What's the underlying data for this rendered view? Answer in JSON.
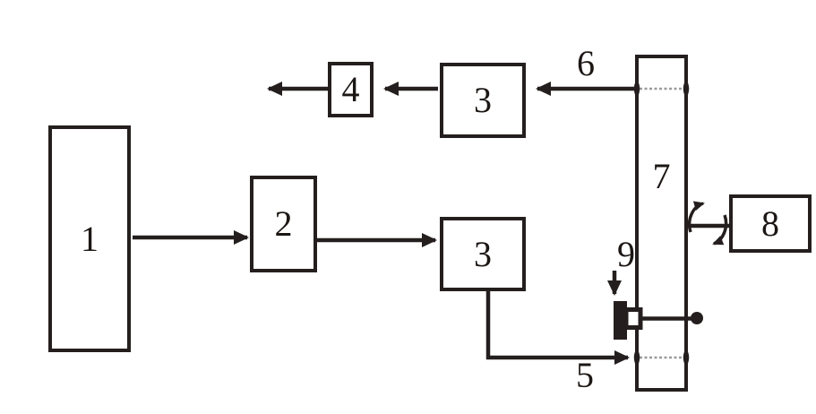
{
  "diagram": {
    "type": "block-diagram",
    "background_color": "#ffffff",
    "line_color": "#241f1e",
    "dotted_line_color": "#9b9b9b",
    "boxes": {
      "b1": {
        "label": "1"
      },
      "b2": {
        "label": "2"
      },
      "b3top": {
        "label": "3"
      },
      "b3bot": {
        "label": "3"
      },
      "b4": {
        "label": "4"
      },
      "b7": {
        "label": "7"
      },
      "b8": {
        "label": "8"
      }
    },
    "labels": {
      "l5": {
        "text": "5"
      },
      "l6": {
        "text": "6"
      },
      "l9": {
        "text": "9"
      }
    },
    "icons": {
      "windows": "beam-window-marks",
      "transducer": "microphone-icon",
      "rotation": "rotation-arrows-icon",
      "pivot": "pivot-ball-icon"
    }
  }
}
